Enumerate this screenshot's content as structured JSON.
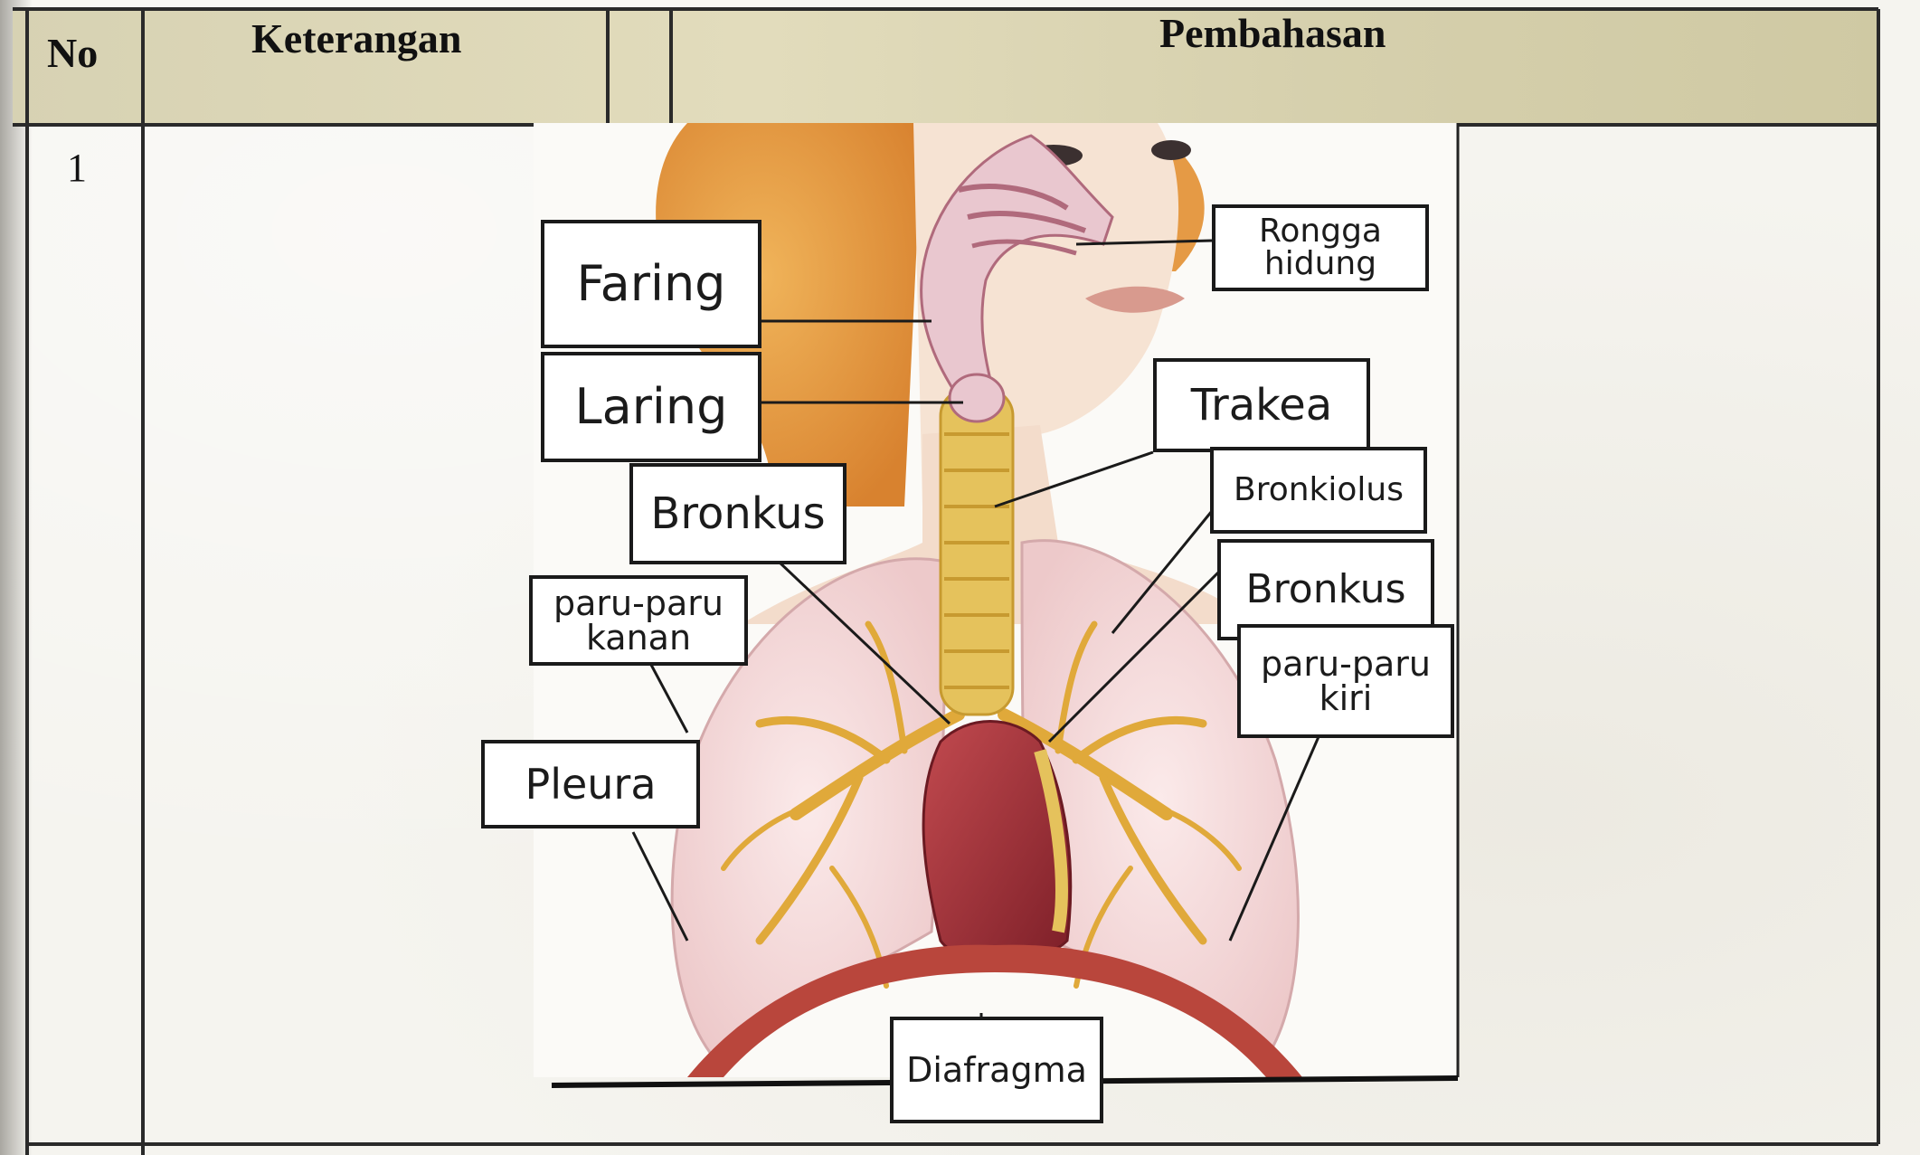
{
  "table": {
    "headers": {
      "no": "No",
      "keterangan": "Keterangan",
      "pembahasan": "Pembahasan"
    },
    "rows": [
      {
        "no": "1"
      }
    ]
  },
  "diagram": {
    "labels": {
      "faring": "Faring",
      "laring": "Laring",
      "bronkus_left": "Bronkus",
      "paru_kanan": "paru-paru\nkanan",
      "pleura": "Pleura",
      "rongga_hidung": "Rongga\nhidung",
      "trakea": "Trakea",
      "bronkiolus": "Bronkiolus",
      "bronkus_right": "Bronkus",
      "paru_kiri": "paru-paru\nkiri",
      "diafragma": "Diafragma"
    },
    "colors": {
      "hair": "#e7a24c",
      "skin": "#f6e3d3",
      "airway": "#e9c7cf",
      "trachea": "#e5c25c",
      "lung": "#f2d9d8",
      "bronchi": "#e0a93a",
      "heart": "#a8303a",
      "diaphragm": "#b9463c"
    }
  }
}
